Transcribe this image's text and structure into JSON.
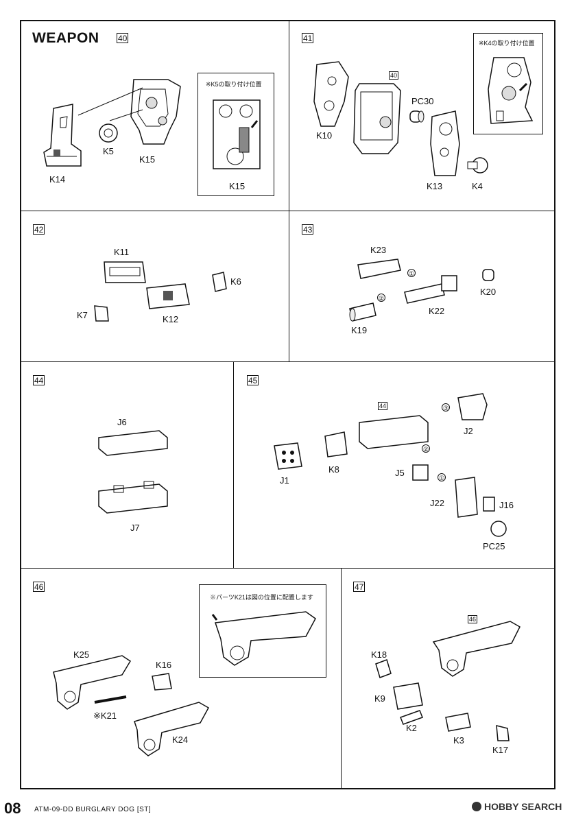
{
  "page": {
    "title": "WEAPON",
    "title_step": "40",
    "footer": {
      "page_number": "08",
      "product": "ATM-09-DD BURGLARY DOG [ST]",
      "brand": "HOBBY SEARCH"
    }
  },
  "steps": [
    {
      "number": "40",
      "parts": [
        "K14",
        "K5",
        "K15"
      ],
      "inset": {
        "note": "※K5の取り付け位置",
        "part": "K15"
      }
    },
    {
      "number": "41",
      "ref_step": "40",
      "parts": [
        "K10",
        "PC30",
        "K13",
        "K4"
      ],
      "inset": {
        "note": "※K4の取り付け位置"
      }
    },
    {
      "number": "42",
      "parts": [
        "K11",
        "K6",
        "K7",
        "K12"
      ]
    },
    {
      "number": "43",
      "parts": [
        "K23",
        "K20",
        "K22",
        "K19"
      ],
      "order": [
        "①",
        "②"
      ]
    },
    {
      "number": "44",
      "parts": [
        "J6",
        "J7"
      ]
    },
    {
      "number": "45",
      "ref_step": "44",
      "parts": [
        "J2",
        "J1",
        "K8",
        "J5",
        "J22",
        "J16",
        "PC25"
      ],
      "order": [
        "③",
        "②",
        "①"
      ]
    },
    {
      "number": "46",
      "parts": [
        "K25",
        "K16",
        "※K21",
        "K24"
      ],
      "inset": {
        "note": "※パーツK21は図の位置に配置します"
      }
    },
    {
      "number": "47",
      "ref_step": "46",
      "parts": [
        "K18",
        "K9",
        "K2",
        "K3",
        "K17"
      ]
    }
  ]
}
